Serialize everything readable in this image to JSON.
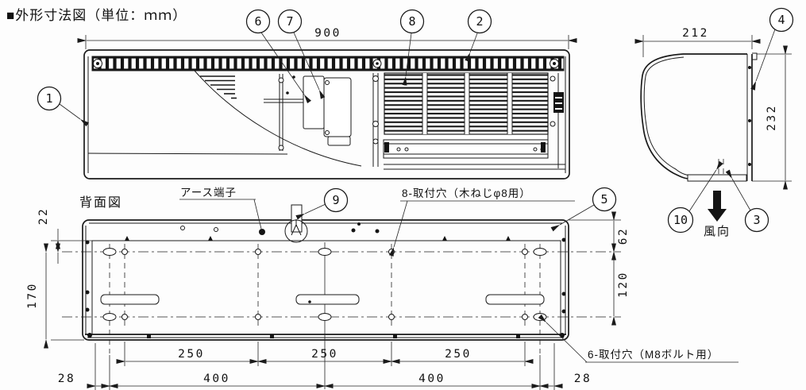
{
  "title": "■外形寸法図（単位：ｍｍ）",
  "balloons": {
    "b1": "1",
    "b2": "2",
    "b3": "3",
    "b4": "4",
    "b5": "5",
    "b6": "6",
    "b7": "7",
    "b8": "8",
    "b9": "9",
    "b10": "10"
  },
  "front_view": {
    "dim_width": "900"
  },
  "side_view": {
    "dim_depth": "212",
    "dim_height": "232",
    "airflow": "風向"
  },
  "rear_view": {
    "label": "背面図",
    "earth_terminal": "アース端子",
    "screw_holes_label": "8-取付穴（木ねじφ8用）",
    "bolt_holes_label": "6-取付穴（M8ボルト用）",
    "dim_panel_to_hole": "22",
    "dim_hole_to_bottom": "170",
    "dim_top_to_hole": "62",
    "dim_hole_pitch_vertical": "120",
    "dim_pitch_250": [
      "250",
      "250",
      "250"
    ],
    "dim_pitch_400": [
      "400",
      "400"
    ],
    "dim_edge_left": "28",
    "dim_edge_right": "28"
  }
}
